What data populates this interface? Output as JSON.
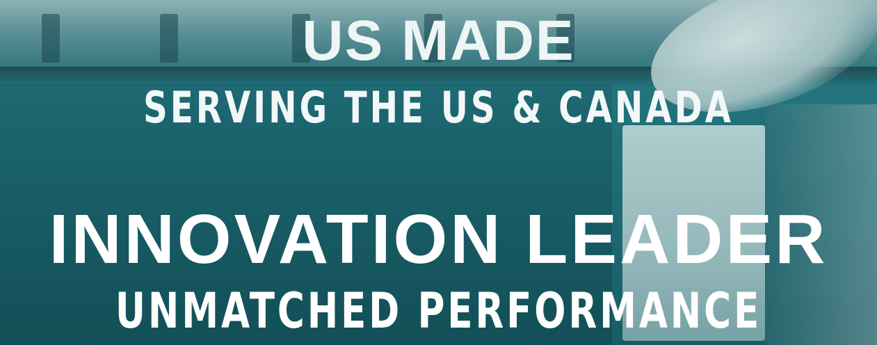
{
  "banner": {
    "line1": "US MADE",
    "line2": "SERVING THE US & CANADA",
    "line3": "INNOVATION LEADER",
    "line4": "UNMATCHED PERFORMANCE"
  },
  "colors": {
    "background": "#1f6e78",
    "text": "#ffffff"
  }
}
